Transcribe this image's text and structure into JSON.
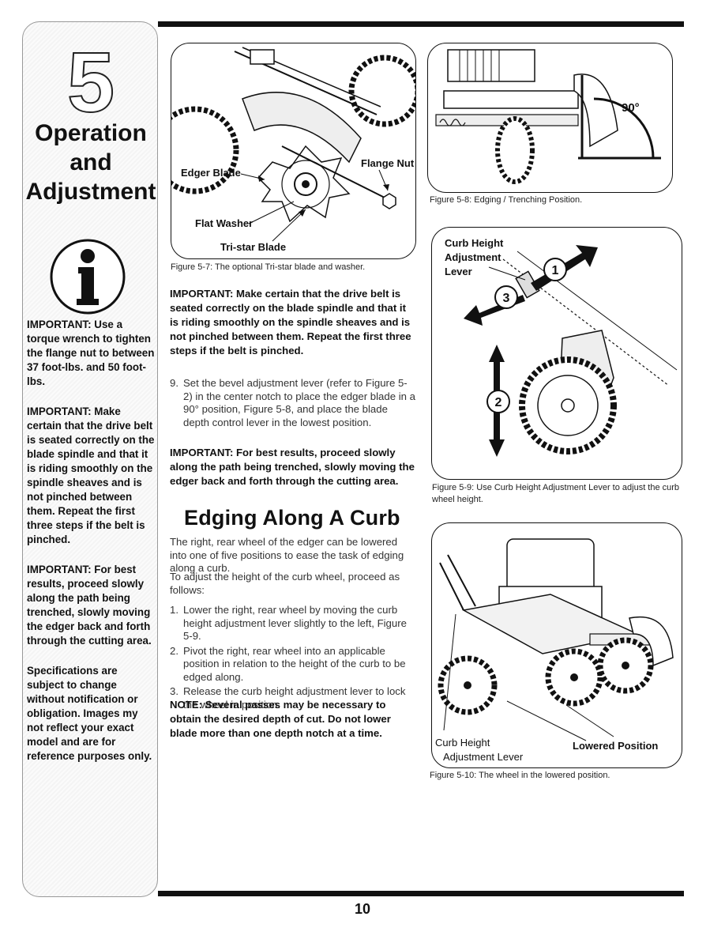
{
  "chapter": {
    "number": "5",
    "title_line1": "Operation",
    "title_line2": "and",
    "title_line3": "Adjustment"
  },
  "sidebar_notes": [
    "IMPORTANT: Use a torque wrench to tighten the flange nut to between 37 foot-lbs. and 50 foot-lbs.",
    "IMPORTANT: Make certain that the drive belt is seated correctly on the blade spindle and that it is riding smoothly on the spindle sheaves and is not pinched between them. Repeat the first three steps if the belt is pinched.",
    "IMPORTANT: For best results, proceed slowly along the path being trenched, slowly moving the edger back and forth through the cutting area.",
    "Specifications are subject to change without notification or obligation. Images my not reflect your exact model and are for reference purposes only."
  ],
  "figures": {
    "fig_5_7": {
      "caption": "Figure 5-7: The optional Tri-star blade and washer.",
      "labels": {
        "edger_blade": "Edger Blade",
        "flange_nut": "Flange Nut",
        "flat_washer": "Flat Washer",
        "tri_star_blade": "Tri-star Blade"
      }
    },
    "fig_5_8": {
      "caption": "Figure  5-8: Edging / Trenching Position.",
      "angle": "90°"
    },
    "fig_5_9": {
      "caption": "Figure 5-9: Use Curb Height Adjustment Lever to adjust the curb wheel height.",
      "label_line1": "Curb Height",
      "label_line2": "Adjustment",
      "label_line3": "Lever",
      "markers": [
        "1",
        "2",
        "3"
      ]
    },
    "fig_5_10": {
      "caption": "Figure 5-10: The wheel in the lowered position.",
      "label_curb_line1": "Curb Height",
      "label_curb_line2": "Adjustment  Lever",
      "label_lowered": "Lowered Position"
    }
  },
  "main": {
    "important_belt": "IMPORTANT: Make certain that the drive belt is seated correctly on the blade spindle and that it is riding smoothly on the spindle sheaves and is not pinched between them. Repeat the first three steps if the belt is pinched.",
    "step9_num": "9.",
    "step9_text": "Set the bevel adjustment lever (refer to Figure 5-2) in the center notch to place the edger blade in a 90° position, Figure 5-8, and place the blade depth control lever in the lowest position.",
    "important_results": "IMPORTANT:  For best results, proceed slowly along the path being trenched, slowly moving the edger back and forth through the cutting area.",
    "section_title": "Edging Along A Curb",
    "intro": "The right, rear wheel of the edger can be lowered into one of five positions to ease the task of edging along a curb.",
    "adjust_intro": "To adjust the height of the curb wheel, proceed as follows:",
    "steps": [
      {
        "num": "1.",
        "text": "Lower the right, rear wheel by moving the curb height adjustment lever slightly to the left, Figure 5-9."
      },
      {
        "num": "2.",
        "text": "Pivot the right, rear wheel into an applicable position in relation to the height of the curb to be edged along."
      },
      {
        "num": "3.",
        "text": "Release the curb height adjustment lever to lock the wheel in position."
      }
    ],
    "note": "NOTE: Several passes may be necessary to obtain the desired depth of cut. Do not lower blade more than one depth notch at a time."
  },
  "page_number": "10"
}
